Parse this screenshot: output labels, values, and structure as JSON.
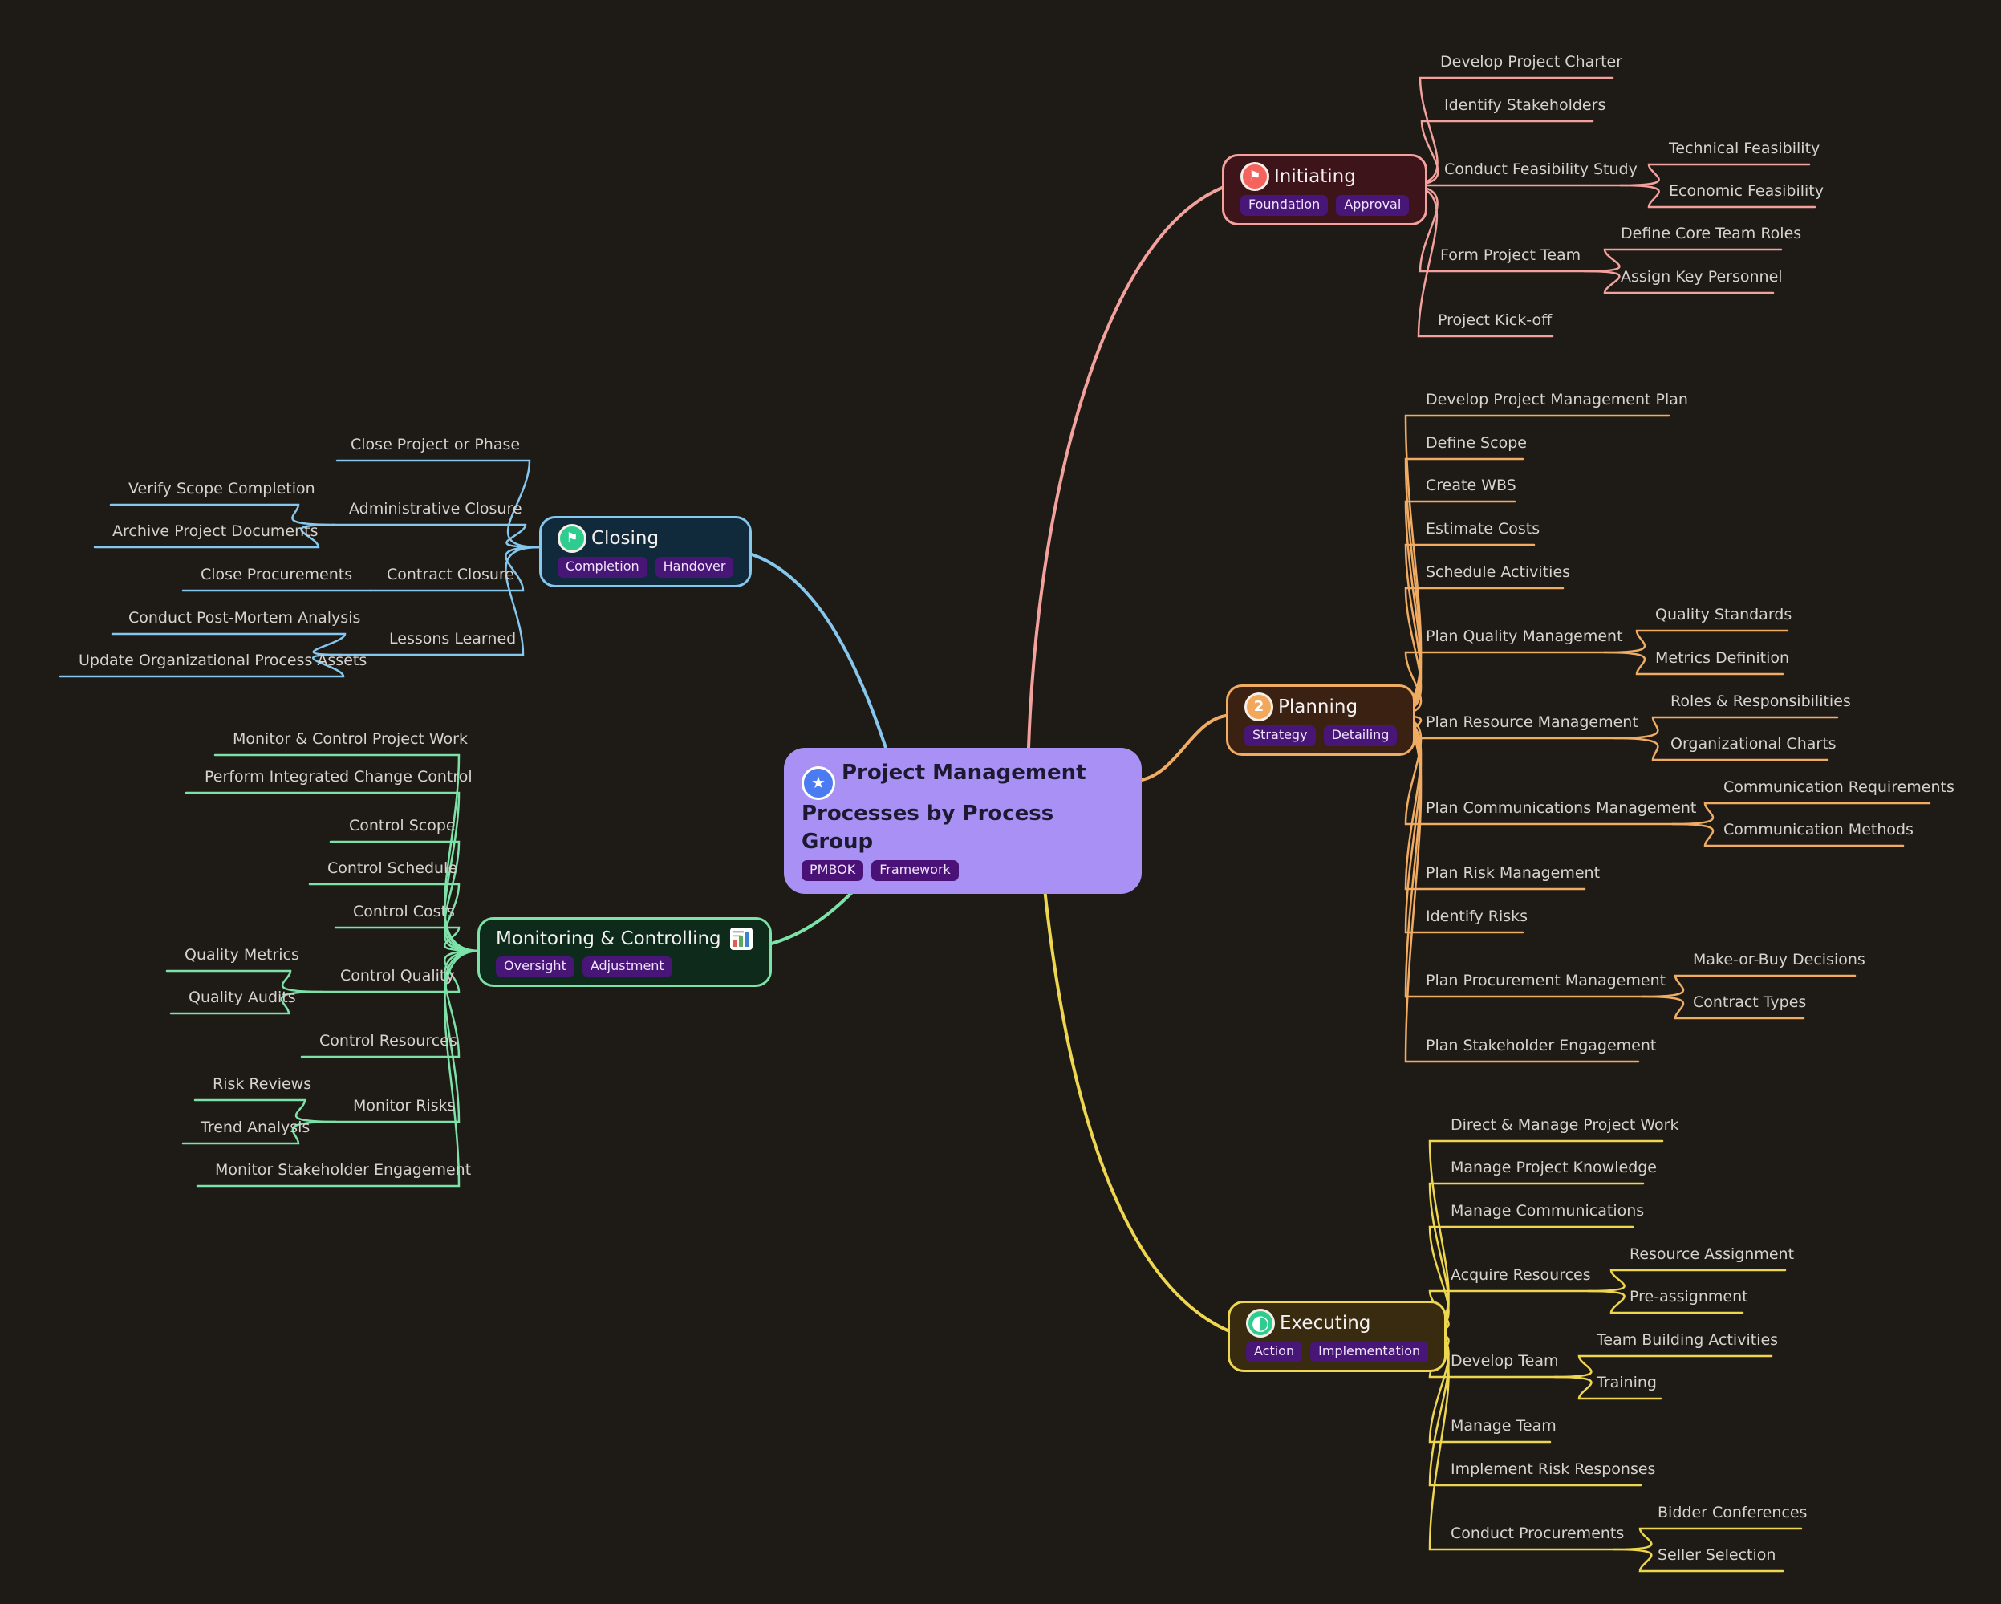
{
  "central": {
    "title": "Project Management Processes by Process Group",
    "icon": "star-icon",
    "icon_glyph": "★",
    "badges": [
      "PMBOK",
      "Framework"
    ],
    "color": "#a990f5"
  },
  "branches": [
    {
      "label": "Initiating",
      "icon": "flag-icon",
      "icon_glyph": "⚑",
      "icon_color": "#f4635e",
      "color": "#f2a19c",
      "badges": [
        "Foundation",
        "Approval"
      ],
      "children": [
        {
          "label": "Develop Project Charter"
        },
        {
          "label": "Identify Stakeholders"
        },
        {
          "label": "Conduct Feasibility Study",
          "children": [
            {
              "label": "Technical Feasibility"
            },
            {
              "label": "Economic Feasibility"
            }
          ]
        },
        {
          "label": "Form Project Team",
          "children": [
            {
              "label": "Define Core Team Roles"
            },
            {
              "label": "Assign Key Personnel"
            }
          ]
        },
        {
          "label": "Project Kick-off"
        }
      ]
    },
    {
      "label": "Planning",
      "icon": "number-2-icon",
      "icon_glyph": "2",
      "icon_color": "#f2a85c",
      "color": "#f0ac62",
      "badges": [
        "Strategy",
        "Detailing"
      ],
      "children": [
        {
          "label": "Develop Project Management Plan"
        },
        {
          "label": "Define Scope"
        },
        {
          "label": "Create WBS"
        },
        {
          "label": "Estimate Costs"
        },
        {
          "label": "Schedule Activities"
        },
        {
          "label": "Plan Quality Management",
          "children": [
            {
              "label": "Quality Standards"
            },
            {
              "label": "Metrics Definition"
            }
          ]
        },
        {
          "label": "Plan Resource Management",
          "children": [
            {
              "label": "Roles & Responsibilities"
            },
            {
              "label": "Organizational Charts"
            }
          ]
        },
        {
          "label": "Plan Communications Management",
          "children": [
            {
              "label": "Communication Requirements"
            },
            {
              "label": "Communication Methods"
            }
          ]
        },
        {
          "label": "Plan Risk Management"
        },
        {
          "label": "Identify Risks"
        },
        {
          "label": "Plan Procurement Management",
          "children": [
            {
              "label": "Make-or-Buy Decisions"
            },
            {
              "label": "Contract Types"
            }
          ]
        },
        {
          "label": "Plan Stakeholder Engagement"
        }
      ]
    },
    {
      "label": "Executing",
      "icon": "half-circle-icon",
      "icon_glyph": "◐",
      "icon_color": "#2ecc8e",
      "color": "#eed74f",
      "badges": [
        "Action",
        "Implementation"
      ],
      "children": [
        {
          "label": "Direct & Manage Project Work"
        },
        {
          "label": "Manage Project Knowledge"
        },
        {
          "label": "Manage Communications"
        },
        {
          "label": "Acquire Resources",
          "children": [
            {
              "label": "Resource Assignment"
            },
            {
              "label": "Pre-assignment"
            }
          ]
        },
        {
          "label": "Develop Team",
          "children": [
            {
              "label": "Team Building Activities"
            },
            {
              "label": "Training"
            }
          ]
        },
        {
          "label": "Manage Team"
        },
        {
          "label": "Implement Risk Responses"
        },
        {
          "label": "Conduct Procurements",
          "children": [
            {
              "label": "Bidder Conferences"
            },
            {
              "label": "Seller Selection"
            }
          ]
        }
      ]
    },
    {
      "label": "Monitoring & Controlling",
      "icon": "bar-chart-icon",
      "color": "#7de2a8",
      "badges": [
        "Oversight",
        "Adjustment"
      ],
      "children": [
        {
          "label": "Monitor & Control Project Work"
        },
        {
          "label": "Perform Integrated Change Control"
        },
        {
          "label": "Control Scope"
        },
        {
          "label": "Control Schedule"
        },
        {
          "label": "Control Costs"
        },
        {
          "label": "Control Quality",
          "children": [
            {
              "label": "Quality Metrics"
            },
            {
              "label": "Quality Audits"
            }
          ]
        },
        {
          "label": "Control Resources"
        },
        {
          "label": "Monitor Risks",
          "children": [
            {
              "label": "Risk Reviews"
            },
            {
              "label": "Trend Analysis"
            }
          ]
        },
        {
          "label": "Monitor Stakeholder Engagement"
        }
      ]
    },
    {
      "label": "Closing",
      "icon": "flag-icon",
      "icon_glyph": "⚑",
      "icon_color": "#2ecc8e",
      "color": "#86c7ee",
      "badges": [
        "Completion",
        "Handover"
      ],
      "children": [
        {
          "label": "Close Project or Phase"
        },
        {
          "label": "Administrative Closure",
          "children": [
            {
              "label": "Verify Scope Completion"
            },
            {
              "label": "Archive Project Documents"
            }
          ]
        },
        {
          "label": "Contract Closure",
          "children": [
            {
              "label": "Close Procurements"
            }
          ]
        },
        {
          "label": "Lessons Learned",
          "children": [
            {
              "label": "Conduct Post-Mortem Analysis"
            },
            {
              "label": "Update Organizational Process Assets"
            }
          ]
        }
      ]
    }
  ]
}
